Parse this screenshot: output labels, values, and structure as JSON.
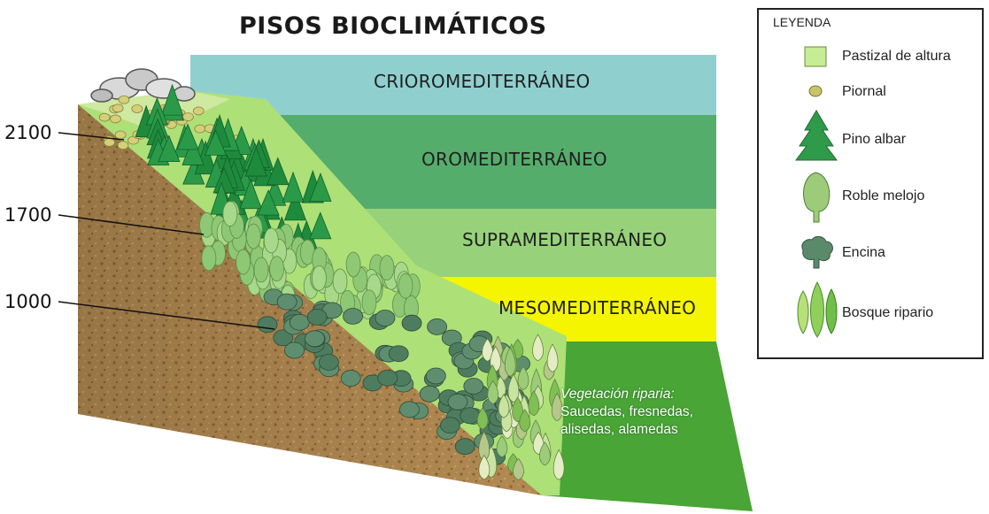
{
  "title": "PISOS BIOCLIMÁTICOS",
  "bands": [
    {
      "label": "CRIOROMEDITERRÁNEO",
      "color": "#8fd0cf"
    },
    {
      "label": "OROMEDITERRÁNEO",
      "color": "#55ad6c"
    },
    {
      "label": "SUPRAMEDITERRÁNEO",
      "color": "#97d27a"
    },
    {
      "label": "MESOMEDITERRÁNEO",
      "color": "#f5f500"
    },
    {
      "label": "",
      "color": "#49a536"
    }
  ],
  "altitudes": [
    "2100",
    "1700",
    "1000"
  ],
  "riparian_note": {
    "line1": "Vegetación riparia:",
    "line2": "Saucedas, fresnedas,",
    "line3": "alisedas, alamedas"
  },
  "legend": {
    "title": "LEYENDA",
    "items": [
      {
        "label": "Pastizal de altura",
        "icon": "grass-square-icon",
        "color": "#c7ec94"
      },
      {
        "label": "Piornal",
        "icon": "shrub-dot-icon",
        "color": "#c8c46a"
      },
      {
        "label": "Pino albar",
        "icon": "pine-tree-icon",
        "color": "#2f9a4a"
      },
      {
        "label": "Roble melojo",
        "icon": "oak-tree-icon",
        "color": "#9ccb7a"
      },
      {
        "label": "Encina",
        "icon": "holm-oak-icon",
        "color": "#5b8a6a"
      },
      {
        "label": "Bosque ripario",
        "icon": "riparian-trees-icon",
        "color": "#8fcf5a"
      }
    ]
  }
}
